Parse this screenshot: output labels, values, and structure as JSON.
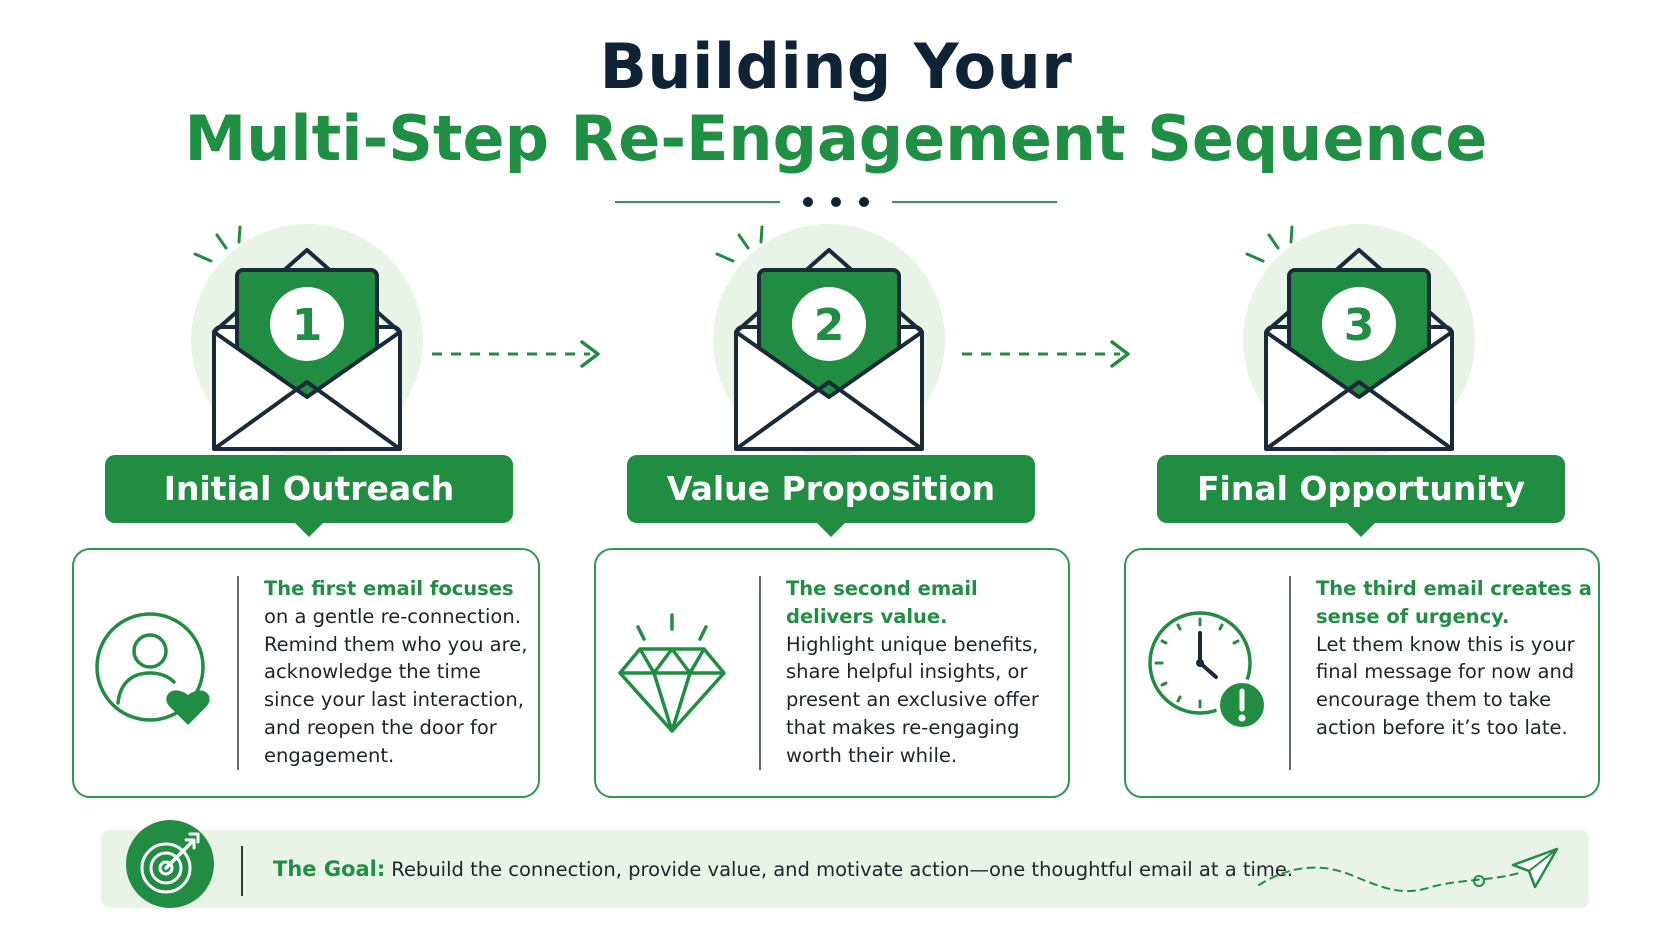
{
  "title": {
    "line1": "Building Your",
    "line2": "Multi-Step Re-Engagement Sequence"
  },
  "colors": {
    "accent": "#218d42",
    "accent_text": "#1f8f43",
    "dark": "#0f2236",
    "light_green": "#e9f3e8"
  },
  "steps": [
    {
      "number": "1",
      "label": "Initial Outreach",
      "heading": "The first email focuses",
      "body": "on a gentle re-connection. Remind them who you are, acknowledge the time since your last interaction, and reopen the door for engagement.",
      "icon": "user-heart-icon"
    },
    {
      "number": "2",
      "label": "Value Proposition",
      "heading": "The second email delivers value.",
      "body": "Highlight unique benefits, share helpful insights, or present an exclusive offer that makes re-engaging worth their while.",
      "icon": "diamond-icon"
    },
    {
      "number": "3",
      "label": "Final Opportunity",
      "heading": "The third email creates a sense of urgency.",
      "body": "Let them know this is your final message for now and encourage them to take action before it’s too late.",
      "icon": "clock-alert-icon"
    }
  ],
  "goal": {
    "label": "The Goal:",
    "text": "Rebuild the connection, provide value, and motivate action—one thoughtful email at a time.",
    "icon": "target-icon"
  }
}
